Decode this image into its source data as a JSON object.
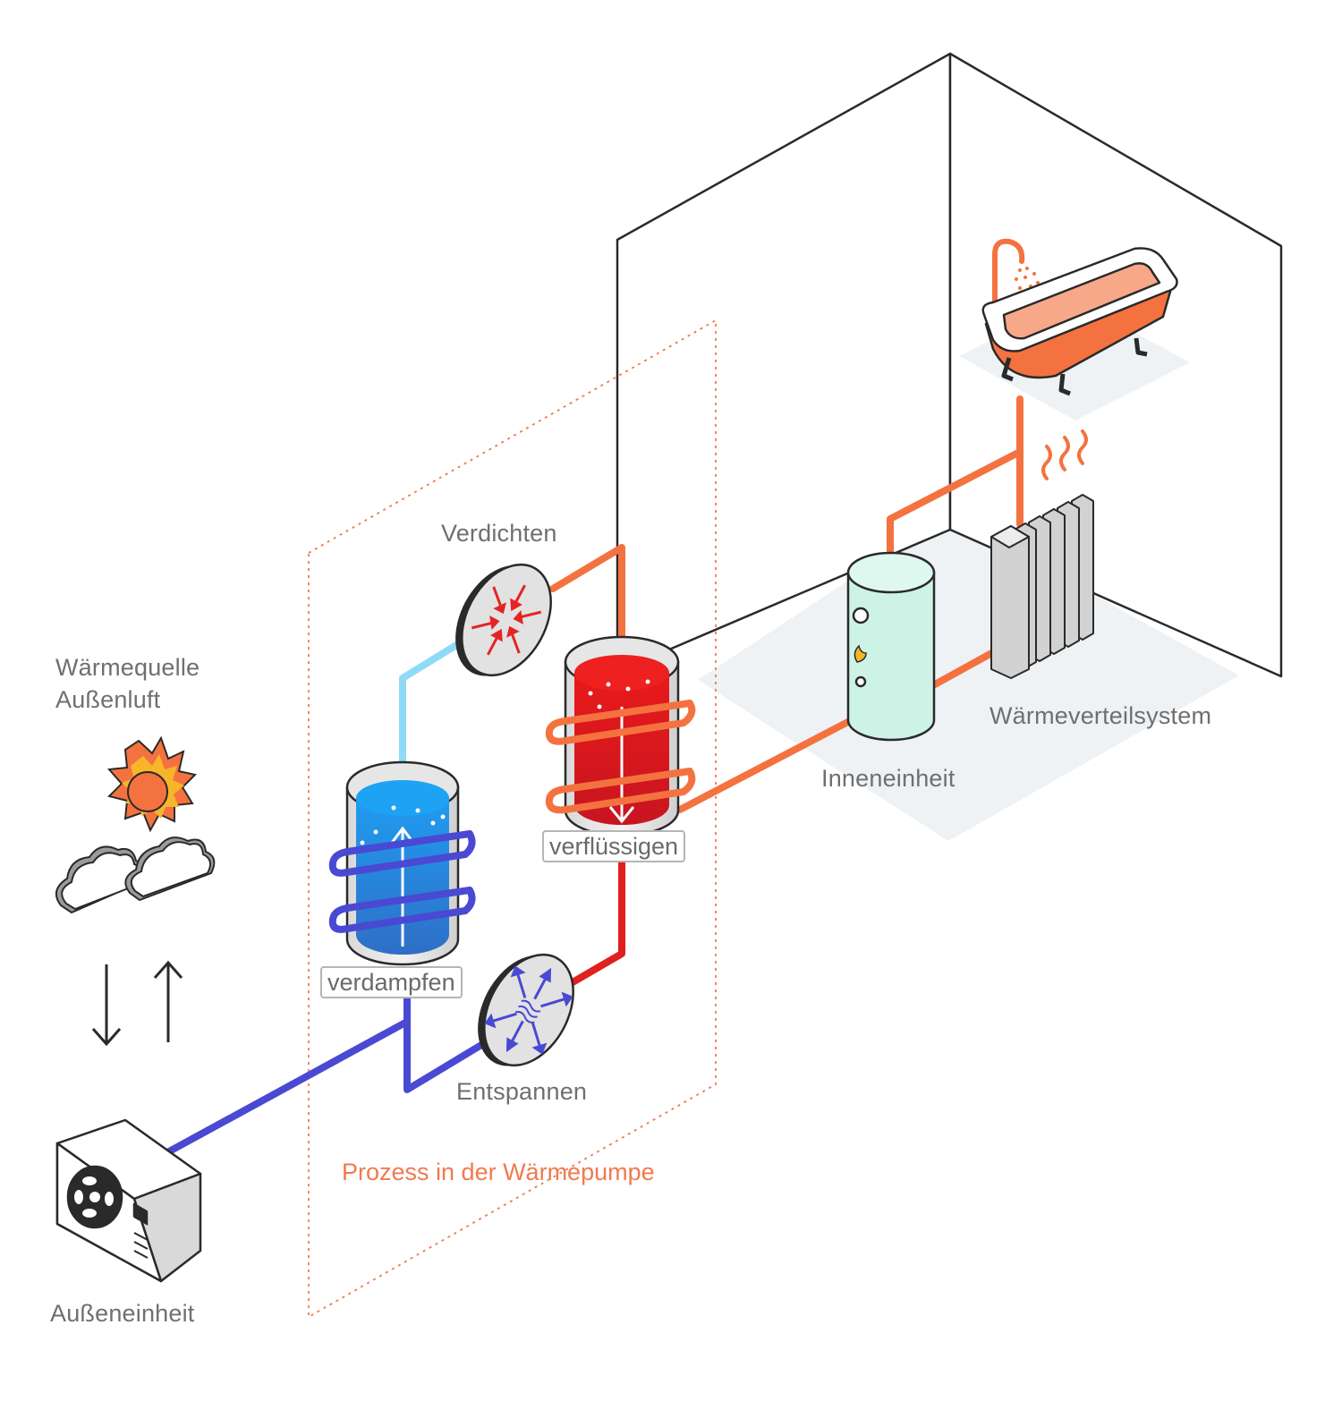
{
  "labels": {
    "heat_source_line1": "Wärmequelle",
    "heat_source_line2": "Außenluft",
    "compress": "Verdichten",
    "evaporate": "verdampfen",
    "condense": "verflüssigen",
    "expand": "Entspannen",
    "indoor_unit": "Inneneinheit",
    "distribution": "Wärmeverteilsystem",
    "outdoor_unit": "Außeneinheit",
    "process": "Prozess in der Wärmepumpe"
  },
  "icons": [
    "sun-cloud-icon",
    "down-arrow-icon",
    "up-arrow-icon",
    "outdoor-unit-icon",
    "evaporator-tank-icon",
    "condenser-tank-icon",
    "compressor-disc-icon",
    "expansion-valve-disc-icon",
    "storage-tank-icon",
    "radiator-icon",
    "bathtub-icon",
    "shower-icon",
    "heat-waves-icon"
  ],
  "colors": {
    "hot_pipe": "#f4723f",
    "hot_refrigerant": "#e0201e",
    "cold_pipe": "#4949d4",
    "vapor_pipe": "#8fdaf7",
    "process_frame": "#f07a4e",
    "tank_cold": "#2b86e0",
    "tank_hot": "#d8141a",
    "indoor_tank": "#cdf3e6",
    "outline": "#2a2a2a"
  }
}
